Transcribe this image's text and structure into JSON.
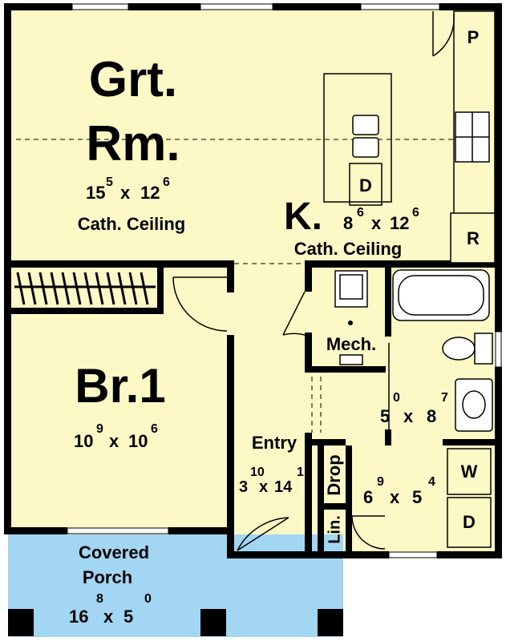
{
  "colors": {
    "floor": "#fdf9c6",
    "porch": "#a2d6f3",
    "wall": "#000000"
  },
  "rooms": {
    "great_room": {
      "name_line1": "Grt.",
      "name_line2": "Rm.",
      "dim_w": "15",
      "dim_w_sup": "5",
      "dim_x": "x",
      "dim_d": "12",
      "dim_d_sup": "6",
      "note": "Cath. Ceiling"
    },
    "kitchen": {
      "name": "K.",
      "dim_w": "8",
      "dim_w_sup": "6",
      "dim_x": "x",
      "dim_d": "12",
      "dim_d_sup": "6",
      "note": "Cath. Ceiling"
    },
    "bedroom": {
      "name": "Br.1",
      "dim_w": "10",
      "dim_w_sup": "9",
      "dim_x": "x",
      "dim_d": "10",
      "dim_d_sup": "6"
    },
    "mech": {
      "name": "Mech."
    },
    "bath": {
      "dim_w": "5",
      "dim_w_sup": "0",
      "dim_x": "x",
      "dim_d": "8",
      "dim_d_sup": "7"
    },
    "entry": {
      "name": "Entry",
      "dim_w": "3",
      "dim_w_sup": "10",
      "dim_x": "x",
      "dim_d": "14",
      "dim_d_sup": "1"
    },
    "drop": {
      "name": "Drop"
    },
    "linen": {
      "name": "Lin."
    },
    "laundry": {
      "dim_w": "6",
      "dim_w_sup": "9",
      "dim_x": "x",
      "dim_d": "5",
      "dim_d_sup": "4",
      "washer": "W",
      "dryer": "D"
    },
    "porch": {
      "name_line1": "Covered",
      "name_line2": "Porch",
      "dim_w": "16",
      "dim_w_sup": "8",
      "dim_x": "x",
      "dim_d": "5",
      "dim_d_sup": "0"
    }
  },
  "fixtures": {
    "pantry": "P",
    "refrigerator": "R",
    "dishwasher": "D"
  }
}
